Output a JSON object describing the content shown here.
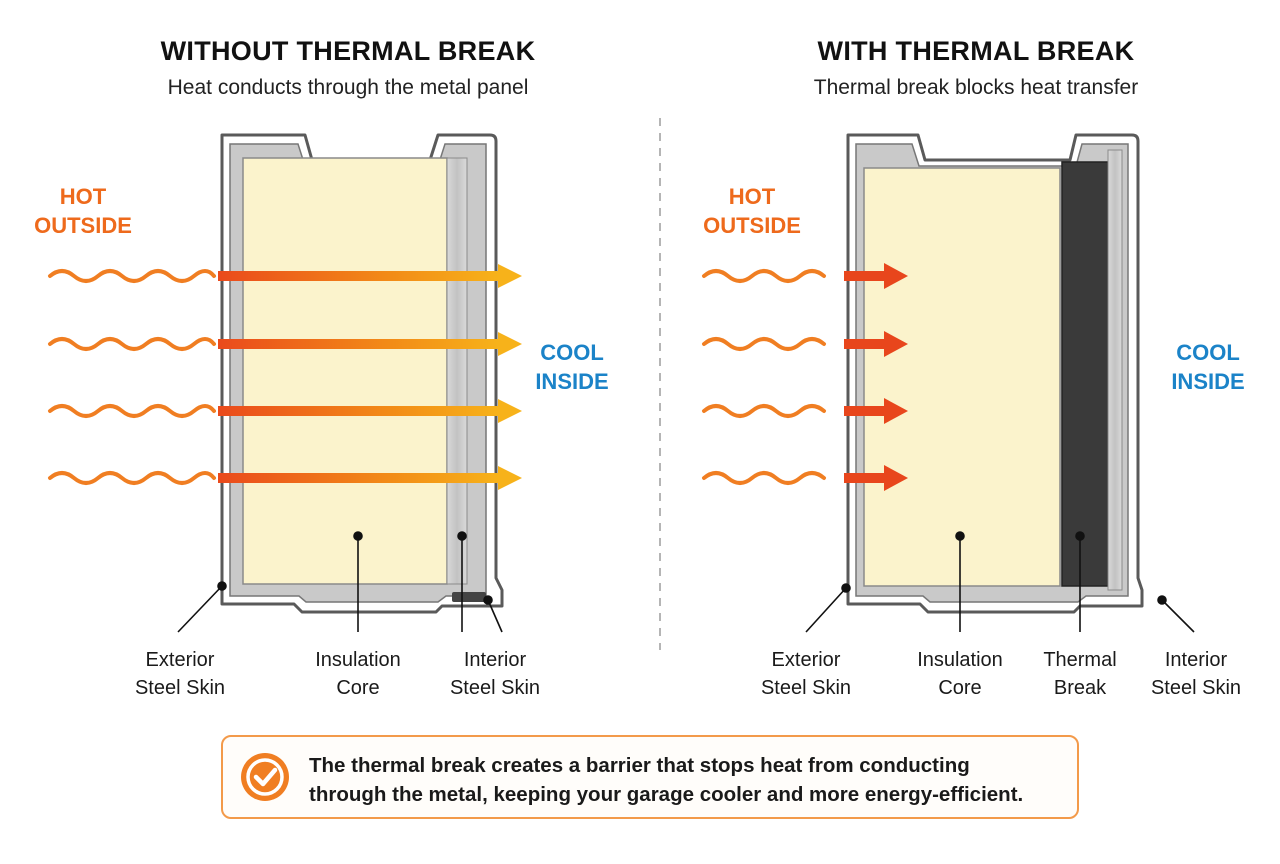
{
  "left_panel": {
    "title": "WITHOUT THERMAL BREAK",
    "subtitle": "Heat conducts through the metal panel",
    "hot_label_1": "HOT",
    "hot_label_2": "OUTSIDE",
    "cool_label_1": "COOL",
    "cool_label_2": "INSIDE",
    "callouts": [
      {
        "line1": "Exterior",
        "line2": "Steel Skin"
      },
      {
        "line1": "Insulation",
        "line2": "Core"
      },
      {
        "line1": "Interior",
        "line2": "Steel Skin"
      }
    ]
  },
  "right_panel": {
    "title": "WITH THERMAL BREAK",
    "subtitle": "Thermal break blocks heat transfer",
    "hot_label_1": "HOT",
    "hot_label_2": "OUTSIDE",
    "cool_label_1": "COOL",
    "cool_label_2": "INSIDE",
    "callouts": [
      {
        "line1": "Exterior",
        "line2": "Steel Skin"
      },
      {
        "line1": "Insulation",
        "line2": "Core"
      },
      {
        "line1": "Thermal",
        "line2": "Break"
      },
      {
        "line1": "Interior",
        "line2": "Steel Skin"
      }
    ]
  },
  "note": {
    "line1": "The thermal break creates a barrier that stops heat from conducting",
    "line2": "through the metal, keeping your garage cooler and more energy-efficient."
  },
  "colors": {
    "hot": "#ee6a1c",
    "cool": "#1b83c8",
    "insulation": "#fbf3cc",
    "steel": "#c9c9c9",
    "thermal_break": "#3a3a3a",
    "accent": "#f07e22"
  }
}
